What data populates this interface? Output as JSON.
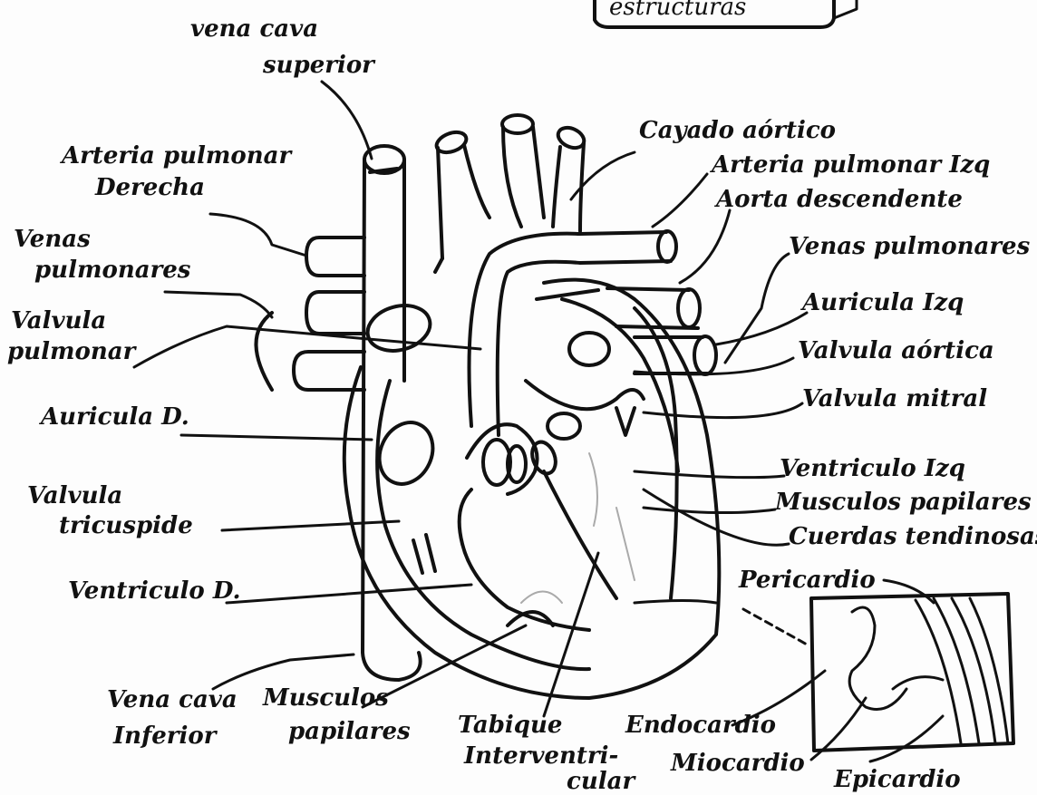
{
  "title_partial": "estructuras",
  "labels": {
    "vena_cava_superior_1": "vena cava",
    "vena_cava_superior_2": "superior",
    "arteria_pulmonar_der_1": "Arteria pulmonar",
    "arteria_pulmonar_der_2": "Derecha",
    "venas_pulmonares_der_1": "Venas",
    "venas_pulmonares_der_2": "pulmonares",
    "valvula_pulmonar_1": "Valvula",
    "valvula_pulmonar_2": "pulmonar",
    "auricula_d": "Auricula D.",
    "valvula_tricuspide_1": "Valvula",
    "valvula_tricuspide_2": "tricuspide",
    "ventriculo_d": "Ventriculo D.",
    "vena_cava_inferior_1": "Vena cava",
    "vena_cava_inferior_2": "Inferior",
    "musculos_papilares_1": "Musculos",
    "musculos_papilares_2": "papilares",
    "tabique_1": "Tabique",
    "tabique_2": "Interventri-",
    "tabique_3": "cular",
    "endocardio": "Endocardio",
    "miocardio": "Miocardio",
    "epicardio": "Epicardio",
    "cayado_aortico": "Cayado aórtico",
    "arteria_pulmonar_izq": "Arteria pulmonar Izq",
    "aorta_descendente": "Aorta descendente",
    "venas_pulmonares_izq": "Venas pulmonares",
    "auricula_izq": "Auricula Izq",
    "valvula_aortica": "Valvula aórtica",
    "valvula_mitral": "Valvula mitral",
    "ventriculo_izq": "Ventriculo Izq",
    "musculos_papilares_izq": "Musculos papilares",
    "cuerdas_tendinosas": "Cuerdas tendinosas",
    "pericardio": "Pericardio"
  },
  "colors": {
    "ink": "#111111",
    "paper": "#fdfdfd"
  }
}
